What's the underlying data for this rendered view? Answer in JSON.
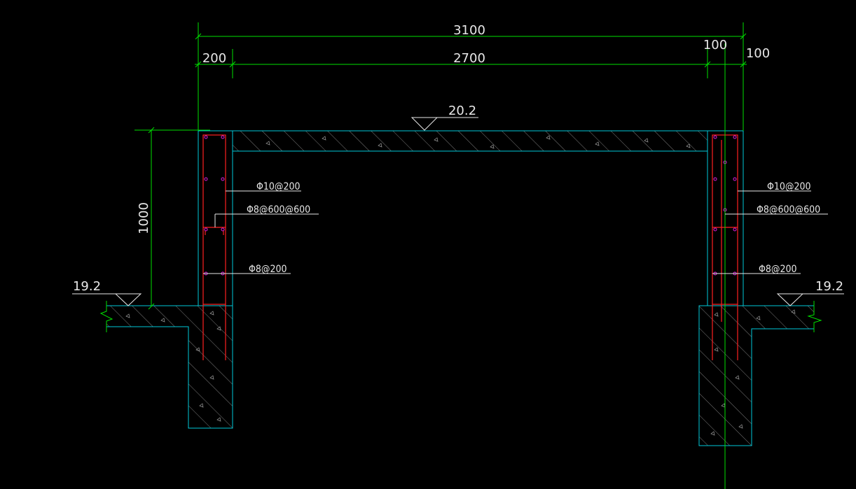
{
  "dimensions": {
    "overall": "3100",
    "inner": "2700",
    "left_wall": "200",
    "right_wall": "100",
    "right_extra": "100",
    "wall_height": "1000"
  },
  "levels": {
    "top": "20.2",
    "ground_left": "19.2",
    "ground_right": "19.2"
  },
  "rebar": {
    "left_1": "Φ10@200",
    "left_2": "Φ8@600@600",
    "left_3": "Φ8@200",
    "right_1": "Φ10@200",
    "right_2": "Φ8@600@600",
    "right_3": "Φ8@200"
  },
  "colors": {
    "background": "#000000",
    "dimension_lines": "#00e000",
    "concrete_outline": "#00c8d8",
    "rebar": "#ff2020",
    "rebar_dots": "#e020e0",
    "hatch": "#8a8a8a",
    "text": "#e8e8e8"
  }
}
